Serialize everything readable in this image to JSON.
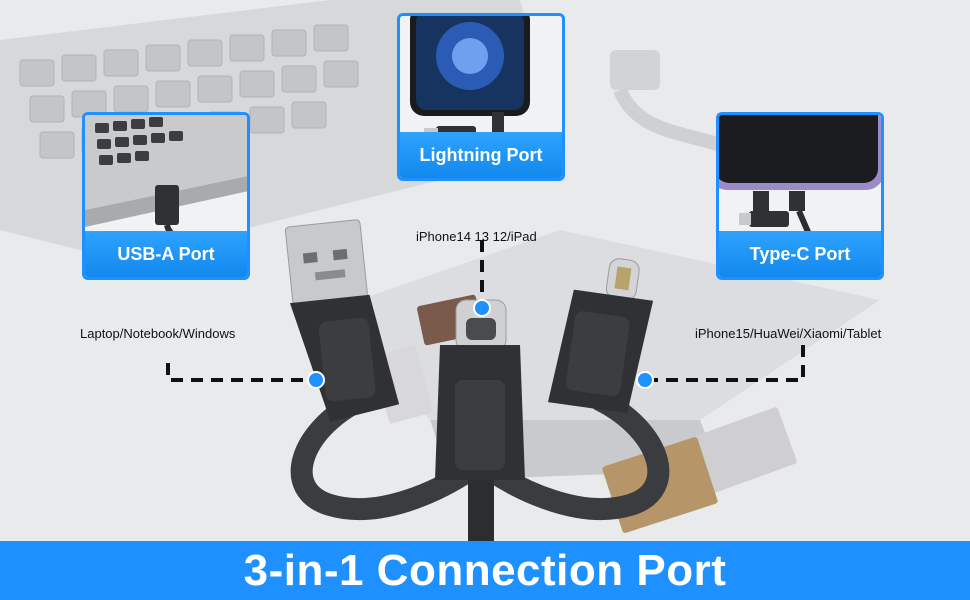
{
  "ports": [
    {
      "label": "USB-A Port",
      "subtitle": "Laptop/Notebook/Windows"
    },
    {
      "label": "Lightning Port",
      "subtitle": "iPhone14 13 12/iPad"
    },
    {
      "label": "Type-C Port",
      "subtitle": "iPhone15/HuaWei/Xiaomi/Tablet"
    }
  ],
  "banner": {
    "title": "3-in-1 Connection Port"
  },
  "colors": {
    "accent": "#1e90ff",
    "cable": "#2b2d30",
    "background": "#e9eaec"
  }
}
